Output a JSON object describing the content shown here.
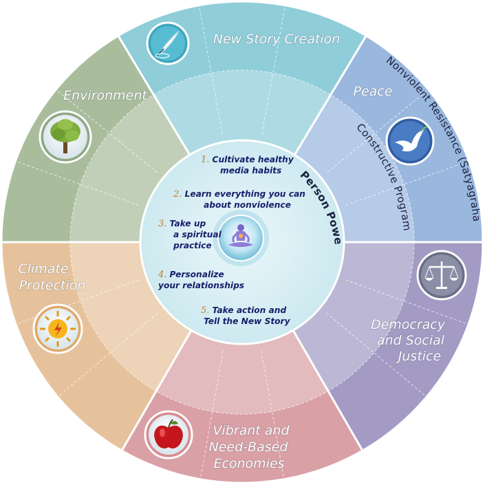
{
  "colors": {
    "new_story": "#8fcdd9",
    "peace": "#9ab8de",
    "democracy": "#a39bc4",
    "economies": "#d9a0a6",
    "climate": "#e6c29c",
    "environment": "#a9bd9d",
    "center": "#dbeff4"
  },
  "segments": [
    {
      "key": "new_story",
      "label_lines": [
        "New Story Creation"
      ],
      "icon": "quill-icon"
    },
    {
      "key": "peace",
      "label_lines": [
        "Peace"
      ],
      "icon": "dove-icon"
    },
    {
      "key": "democracy",
      "label_lines": [
        "Democracy",
        "and Social",
        "Justice"
      ],
      "icon": "scales-icon"
    },
    {
      "key": "economies",
      "label_lines": [
        "Vibrant and",
        "Need-Based",
        "Economies"
      ],
      "icon": "apple-icon"
    },
    {
      "key": "climate",
      "label_lines": [
        "Climate",
        "Protection"
      ],
      "icon": "sun-icon"
    },
    {
      "key": "environment",
      "label_lines": [
        "Environment"
      ],
      "icon": "tree-icon"
    }
  ],
  "arc_labels": {
    "outer": "Nonviolent Resistance (Satyagraha)",
    "middle": "Constructive Program",
    "inner": "Person Power"
  },
  "center": {
    "icon": "meditation-icon",
    "steps": [
      {
        "num": "1.",
        "lines": [
          "Cultivate healthy",
          "media habits"
        ]
      },
      {
        "num": "2.",
        "lines": [
          "Learn everything you can",
          "about nonviolence"
        ]
      },
      {
        "num": "3.",
        "lines": [
          "Take up",
          "a spiritual",
          "practice"
        ]
      },
      {
        "num": "4.",
        "lines": [
          "Personalize",
          "your relationships"
        ]
      },
      {
        "num": "5.",
        "lines": [
          "Take action and",
          "Tell the New Story"
        ]
      }
    ]
  }
}
